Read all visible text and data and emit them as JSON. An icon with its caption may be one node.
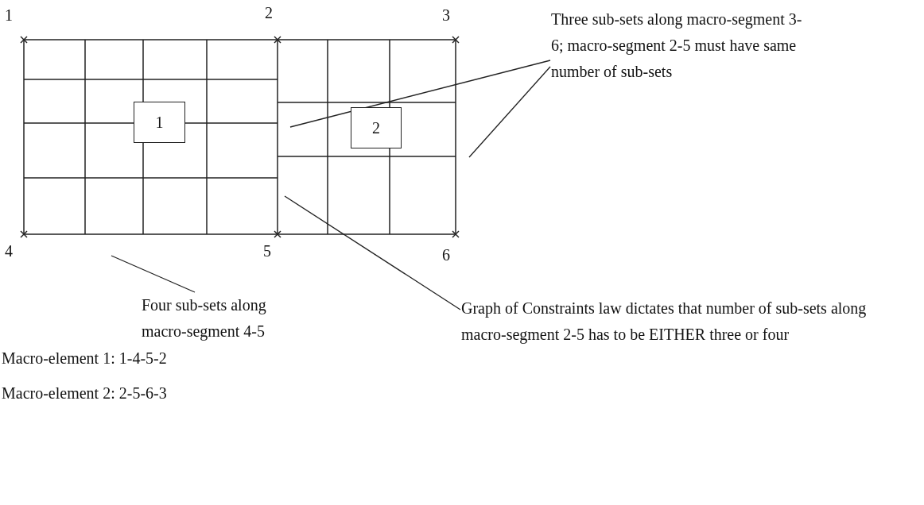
{
  "diagram": {
    "nodes": [
      {
        "text": [
          "1"
        ]
      },
      {
        "text": [
          "2"
        ]
      },
      {
        "text": [
          "Three sub-sets along macro-segment 3-6; macro-segment 2-5 must have same number of sub-sets"
        ]
      },
      {
        "text": [
          "Four sub-sets along macro-segment 4-5"
        ]
      },
      {
        "text": [
          "Graph of Constraints law dictates that number of sub-sets along macro-segment 2-5 has to be EITHER three or four"
        ]
      }
    ],
    "edges": [
      {
        "from": 2,
        "to": null,
        "arrow": "none"
      },
      {
        "from": 2,
        "to": null,
        "arrow": "none"
      },
      {
        "from": 3,
        "to": null,
        "arrow": "none"
      },
      {
        "from": 4,
        "to": null,
        "arrow": "none"
      }
    ],
    "labels": [
      "1",
      "2",
      "3",
      "4",
      "5",
      "6",
      "Macro-element 1: 1-4-5-2",
      "Macro-element 2: 2-5-6-3"
    ]
  }
}
